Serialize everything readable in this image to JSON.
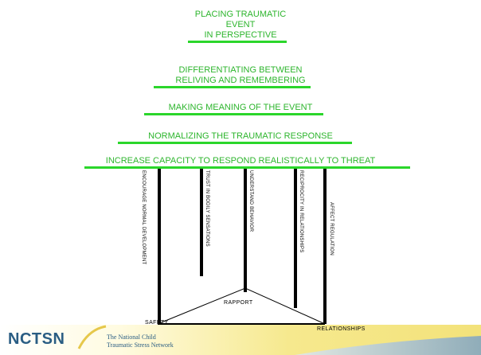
{
  "tiers": {
    "t1_line1": "PLACING TRAUMATIC",
    "t1_line2": "EVENT",
    "t1_line3": "IN PERSPECTIVE",
    "t2_line1": "DIFFERENTIATING BETWEEN",
    "t2_line2": "RELIVING AND REMEMBERING",
    "t3": "MAKING MEANING OF THE EVENT",
    "t4": "NORMALIZING THE TRAUMATIC RESPONSE",
    "t5": "INCREASE CAPACITY TO RESPOND REALISTICALLY TO THREAT"
  },
  "pillars": [
    "ENCOURAGE NORMAL DEVELOPMENT",
    "TRUST IN BODILY SENSATIONS",
    "UNDERSTAND BEHAVIOR",
    "RECIPROCITY IN RELATIONSHIPS",
    "AFFECT REGULATION"
  ],
  "base": {
    "rapport": "RAPPORT",
    "safety": "SAFETY",
    "relationships": "RELATIONSHIPS"
  },
  "footer": {
    "logo": "NCTSN",
    "org_line1": "The National Child",
    "org_line2": "Traumatic Stress Network"
  },
  "colors": {
    "accent_green": "#2bd62b",
    "text_green": "#2db52d",
    "brand_blue": "#2a5d83",
    "footer_yellow": "#f6e98e"
  }
}
